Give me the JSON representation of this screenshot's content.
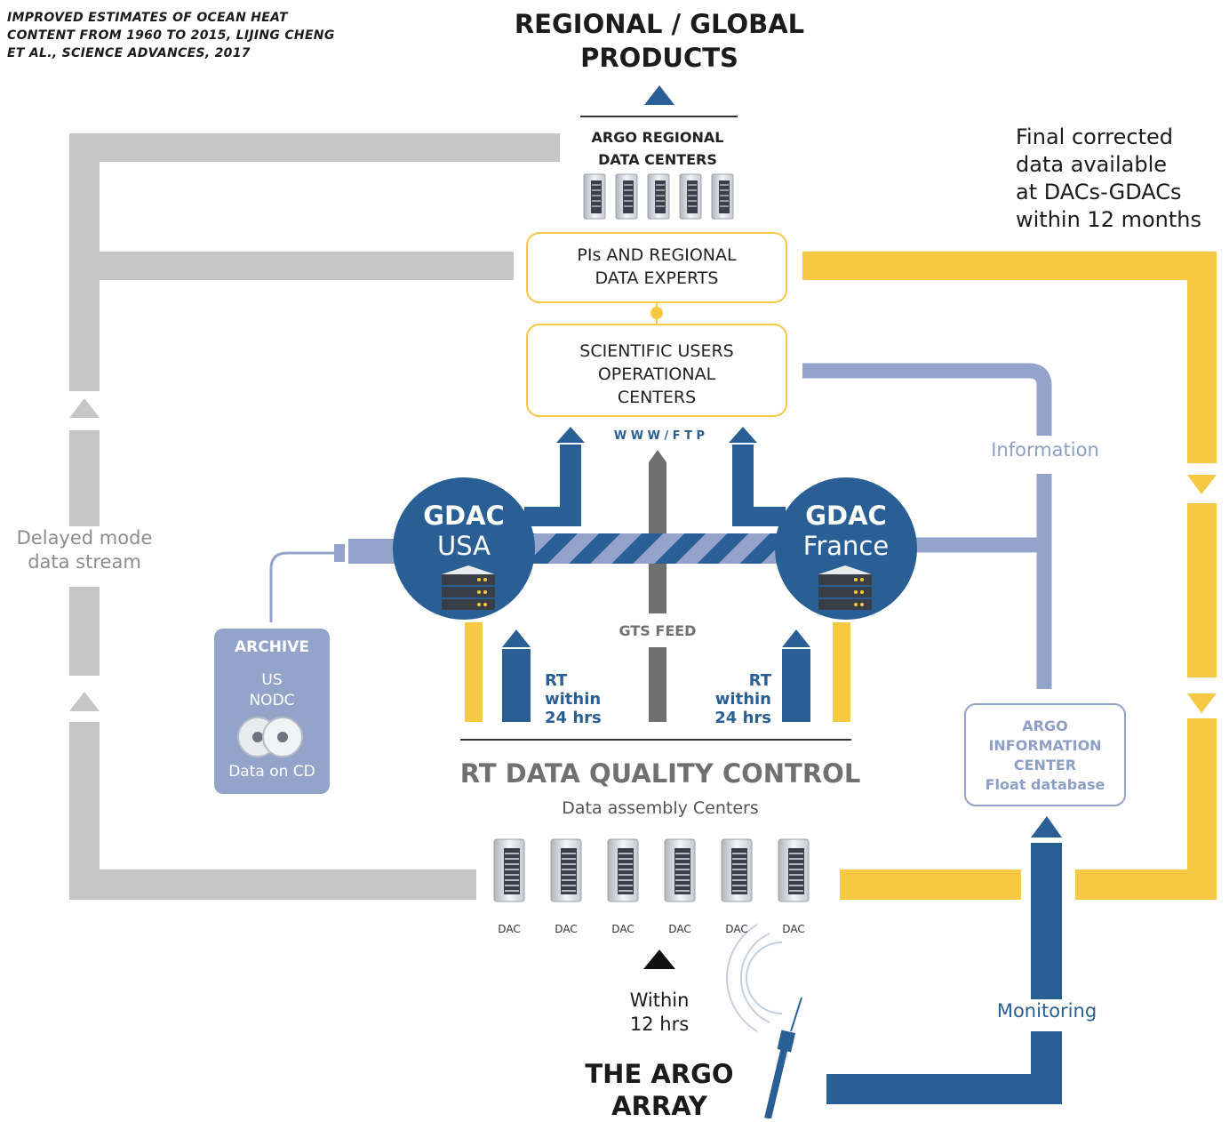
{
  "citation": "IMPROVED ESTIMATES OF OCEAN HEAT CONTENT FROM 1960 TO 2015, LIJING CHENG ET AL., SCIENCE ADVANCES, 2017",
  "products_title_line1": "REGIONAL / GLOBAL",
  "products_title_line2": "PRODUCTS",
  "regional_centers_line1": "ARGO REGIONAL",
  "regional_centers_line2": "DATA CENTERS",
  "pis_box_line1": "PIs AND REGIONAL",
  "pis_box_line2": "DATA EXPERTS",
  "users_box_line1": "SCIENTIFIC USERS",
  "users_box_line2": "OPERATIONAL",
  "users_box_line3": "CENTERS",
  "final_note_line1": "Final corrected",
  "final_note_line2": "data available",
  "final_note_line3": "at DACs-GDACs",
  "final_note_line4": "within 12 months",
  "www_ftp": "W W W / F T P",
  "information": "Information",
  "delayed_line1": "Delayed mode",
  "delayed_line2": "data stream",
  "gdac_usa_title": "GDAC",
  "gdac_usa_sub": "USA",
  "gdac_france_title": "GDAC",
  "gdac_france_sub": "France",
  "gts_feed": "GTS FEED",
  "rt_left_line1": "RT",
  "rt_left_line2": "within",
  "rt_left_line3": "24 hrs",
  "rt_right_line1": "RT",
  "rt_right_line2": "within",
  "rt_right_line3": "24 hrs",
  "archive_title": "ARCHIVE",
  "archive_line1": "US",
  "archive_line2": "NODC",
  "archive_footer": "Data on CD",
  "info_center_line1": "ARGO",
  "info_center_line2": "INFORMATION",
  "info_center_line3": "CENTER",
  "info_center_line4": "Float database",
  "rt_qc_title": "RT DATA QUALITY CONTROL",
  "rt_qc_sub": "Data assembly Centers",
  "dac_labels": [
    "DAC",
    "DAC",
    "DAC",
    "DAC",
    "DAC",
    "DAC"
  ],
  "within_line1": "Within",
  "within_line2": "12 hrs",
  "monitoring": "Monitoring",
  "array_line1": "THE ARGO",
  "array_line2": "ARRAY",
  "colors": {
    "gray": "#c6c6c6",
    "yellow": "#f7c843",
    "blue": "#2a5f96",
    "lavender": "#93a3c9",
    "dark_gray": "#707070"
  }
}
